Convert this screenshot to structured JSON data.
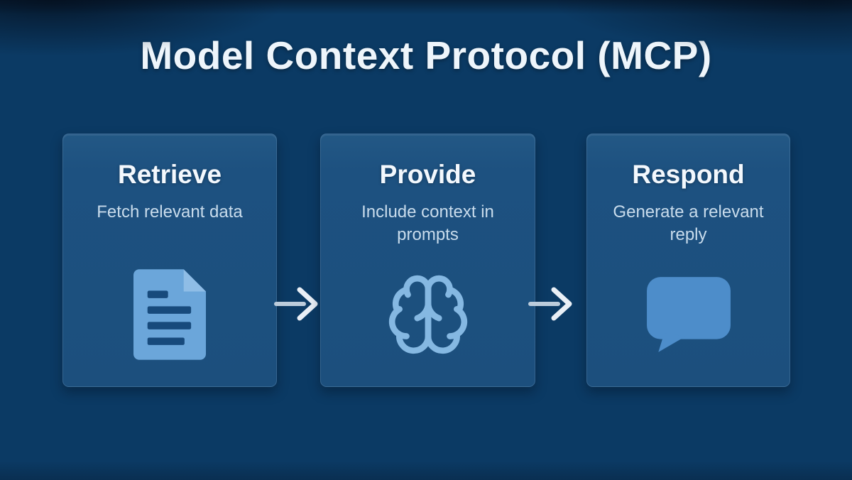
{
  "title": "Model Context Protocol (MCP)",
  "colors": {
    "background": "#0b3a64",
    "card": "#1d5180",
    "title_text": "#eef5fb",
    "subtitle_text": "#c9dcec",
    "icon_fill_light": "#6ba6da",
    "icon_fill_medium": "#4d8dca",
    "icon_stroke": "#85b8e2",
    "icon_line_dark": "#174a7c",
    "arrow": "#dde7f0"
  },
  "cards": [
    {
      "title": "Retrieve",
      "subtitle": "Fetch relevant data",
      "icon": "document-icon"
    },
    {
      "title": "Provide",
      "subtitle": "Include context in prompts",
      "icon": "brain-icon"
    },
    {
      "title": "Respond",
      "subtitle": "Generate a relevant reply",
      "icon": "speech-bubble-icon"
    }
  ],
  "arrows": [
    {
      "direction": "right"
    },
    {
      "direction": "right"
    }
  ]
}
